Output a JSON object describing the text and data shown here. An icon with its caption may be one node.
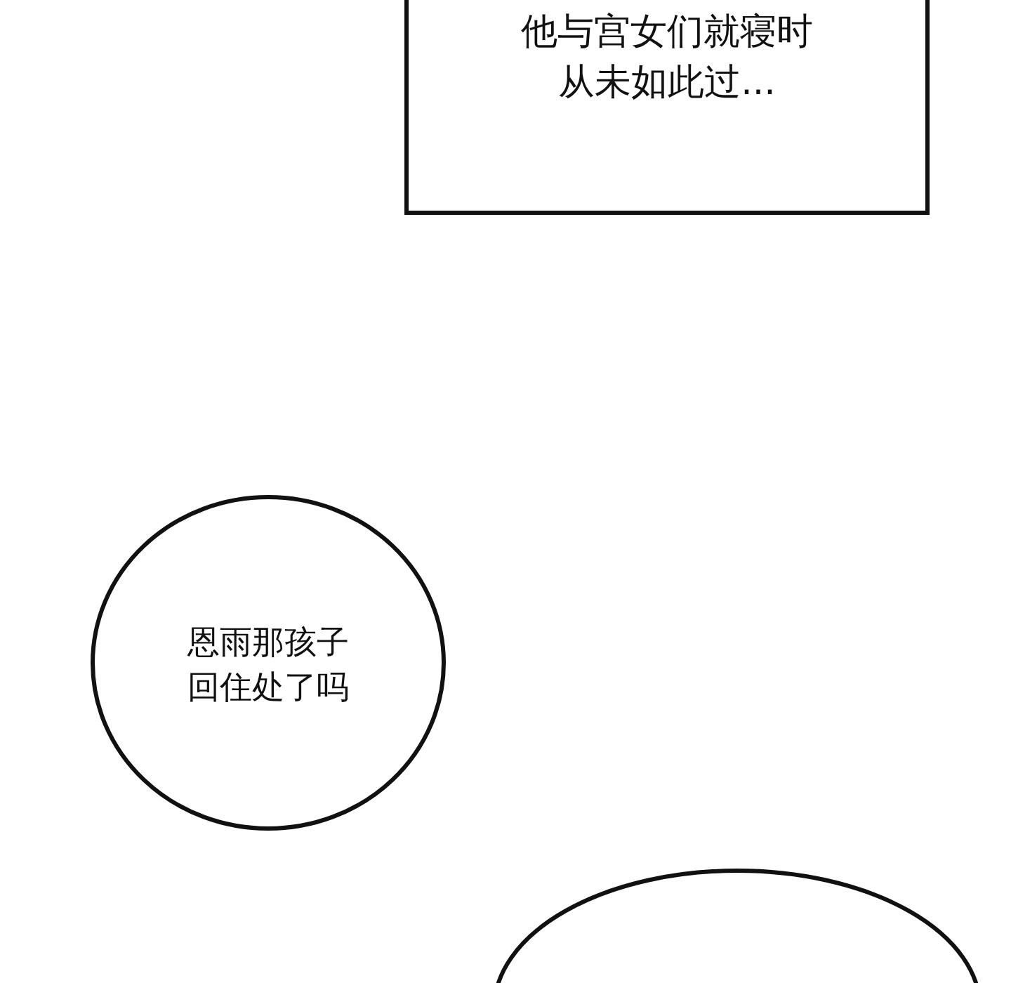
{
  "diagram": {
    "nodes": [
      {
        "text": [
          "他与宫女们就寝时从未如此过..."
        ]
      },
      {
        "text": [
          "恩雨那孩子回住处了吗"
        ]
      },
      {
        "text": [],
        "shape": "ellipse"
      }
    ]
  }
}
